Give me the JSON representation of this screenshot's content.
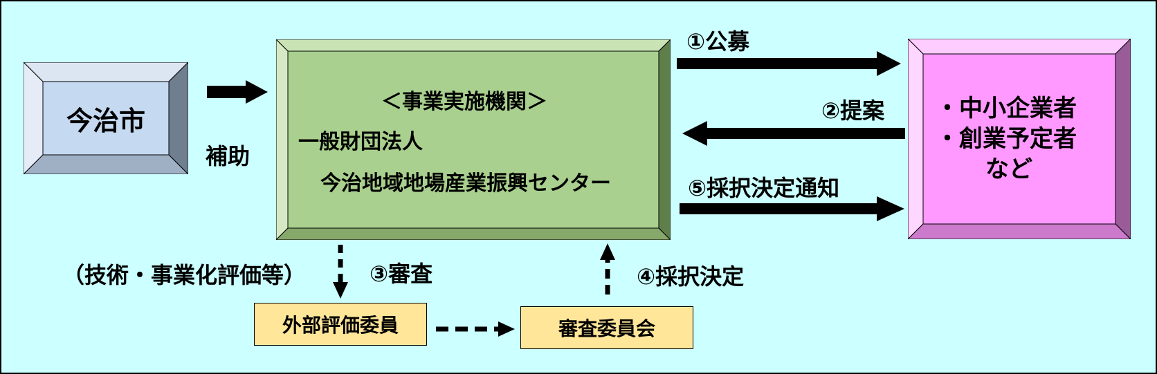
{
  "diagram": {
    "city": {
      "label": "今治市"
    },
    "subsidy_label": "補助",
    "organization": {
      "header": "＜事業実施機関＞",
      "line1": "一般財団法人",
      "line2": "今治地域地場産業振興センター"
    },
    "applicants": {
      "line1": "・中小企業者",
      "line2": "・創業予定者",
      "line3": "など"
    },
    "steps": {
      "step1": "①公募",
      "step2": "②提案",
      "step3": "③審査",
      "step4": "④採択決定",
      "step5": "⑤採択決定通知"
    },
    "evaluation_note": "（技術・事業化評価等）",
    "external_evaluators": "外部評価委員",
    "review_committee": "審査委員会",
    "colors": {
      "background": "#ccffff",
      "city_fill": "#c5d9f1",
      "organization_fill": "#a9d08e",
      "applicants_fill": "#ff99ff",
      "committee_fill": "#ffe699"
    }
  }
}
